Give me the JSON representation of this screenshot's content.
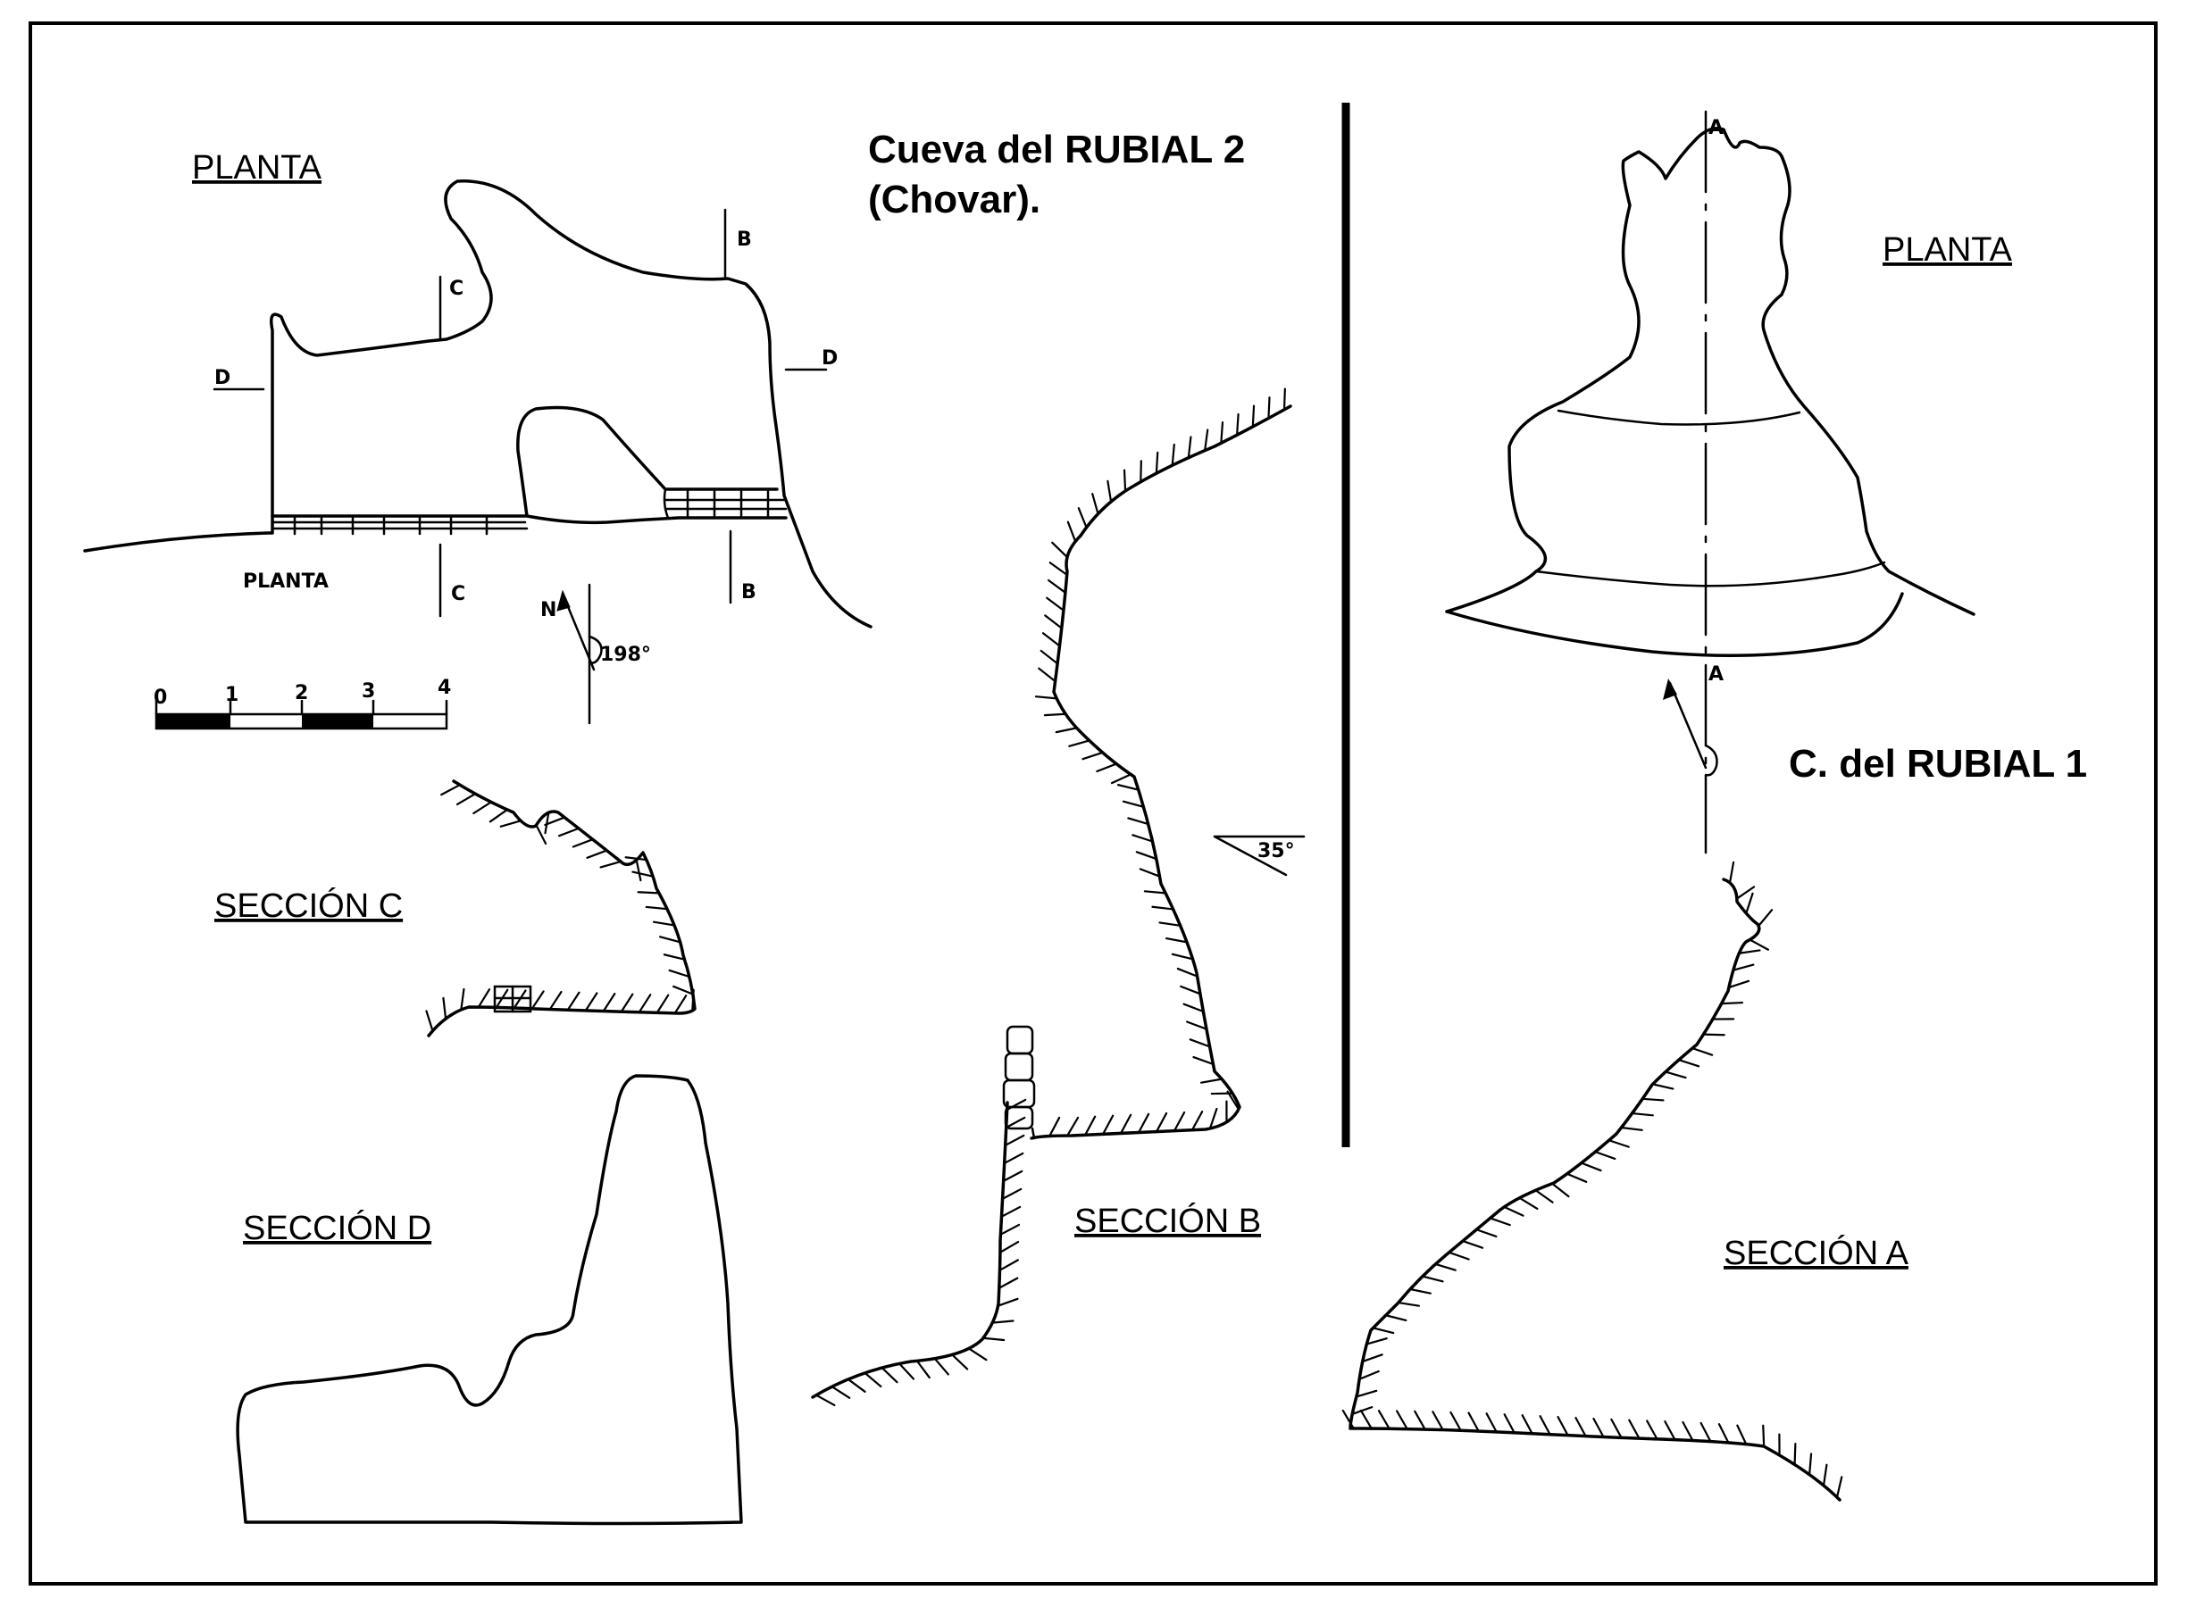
{
  "rubial2": {
    "title_line1": "Cueva del RUBIAL 2",
    "title_line2": "(Chovar).",
    "planta_label": "PLANTA",
    "planta_hand_label": "PLANTA",
    "seccion_c_label": "SECCIÓN C",
    "seccion_d_label": "SECCIÓN D",
    "seccion_b_label": "SECCIÓN B",
    "section_letters": {
      "b": "B",
      "c": "C",
      "d": "D"
    },
    "north_label": "N",
    "bearing": "198°",
    "slope": "35°",
    "scale_ticks": [
      "0",
      "1",
      "2",
      "3",
      "4"
    ]
  },
  "rubial1": {
    "title": "C. del RUBIAL 1",
    "planta_label": "PLANTA",
    "seccion_a_label": "SECCIÓN A",
    "section_letter": "A"
  }
}
